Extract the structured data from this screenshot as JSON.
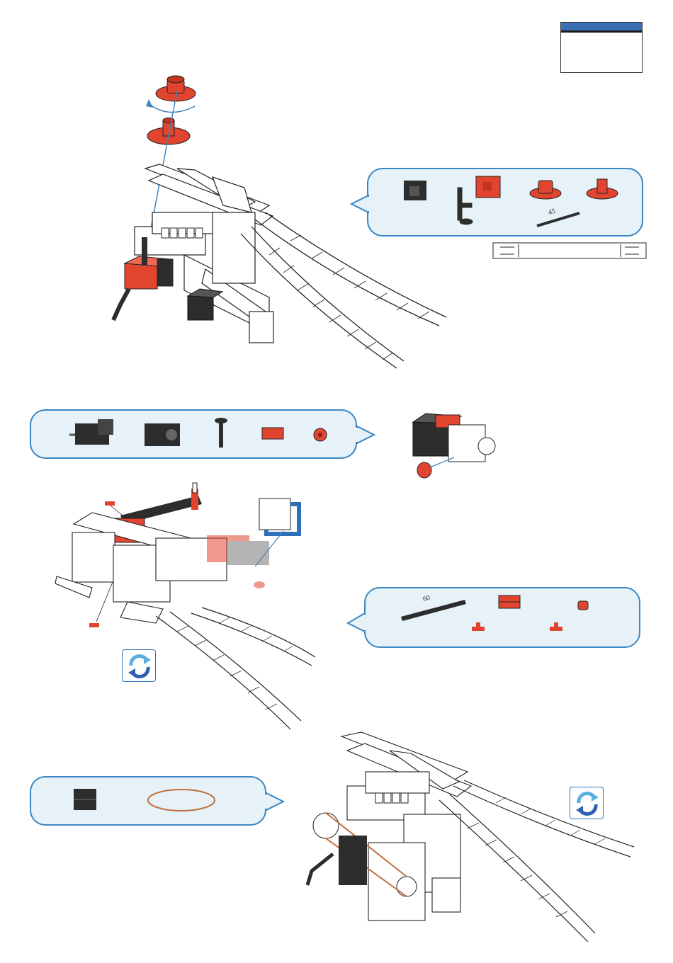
{
  "page_header": {
    "page_number": ""
  },
  "step1": {
    "callout_label_axle": "45",
    "parts": [
      "building-block-15",
      "crank-handle",
      "building-block-red",
      "hub-nut",
      "hub-flange",
      "axle-45"
    ]
  },
  "step2": {
    "parts": [
      "mini-motor",
      "gearbox",
      "worm-axle",
      "red-plate",
      "pulley"
    ]
  },
  "step3": {
    "callout_label_strut": "60",
    "parts": [
      "strut-60",
      "red-clip-double",
      "red-ring",
      "red-peg",
      "red-peg"
    ]
  },
  "step4": {
    "parts": [
      "black-block",
      "rubber-band"
    ]
  },
  "colors": {
    "accent": "#3b87c4",
    "callout_bg": "#e6f1f8",
    "part_red": "#e2452f",
    "part_dark": "#2d2d2d"
  },
  "icons": [
    "rotate-view-icon",
    "rotate-view-icon"
  ]
}
